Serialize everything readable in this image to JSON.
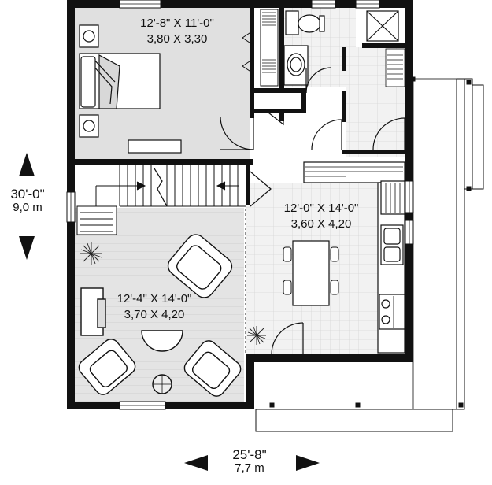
{
  "rooms": {
    "bedroom": {
      "imperial": "12'-8\" X 11'-0\"",
      "metric": "3,80 X 3,30"
    },
    "kitchen": {
      "imperial": "12'-0\" X 14'-0\"",
      "metric": "3,60 X 4,20"
    },
    "living": {
      "imperial": "12'-4\" X 14'-0\"",
      "metric": "3,70 X 4,20"
    }
  },
  "dimensions": {
    "depth_imperial": "30'-0\"",
    "depth_metric": "9,0 m",
    "width_imperial": "25'-8\"",
    "width_metric": "7,7 m"
  },
  "colors": {
    "wall": "#111111",
    "floor_gray": "#e2e2e2",
    "floor_light": "#f2f2f2",
    "tile_line": "#d6d6d6",
    "line": "#222222"
  }
}
